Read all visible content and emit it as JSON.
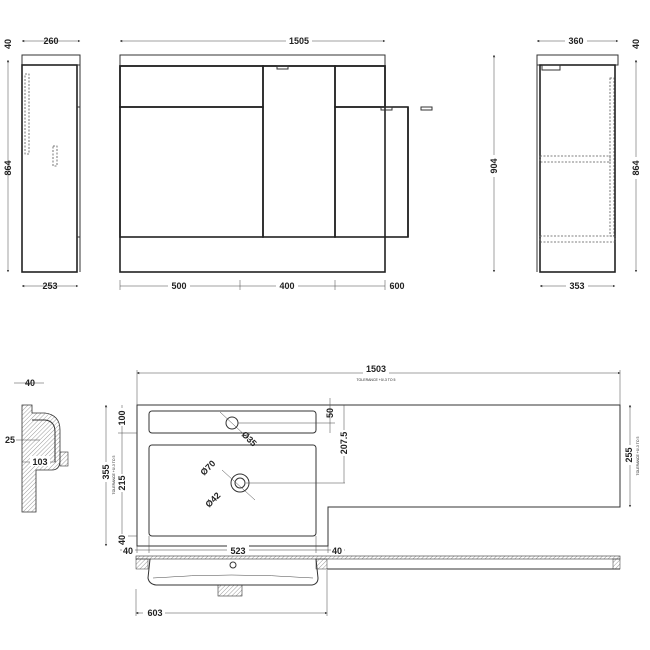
{
  "side_left": {
    "top": "260",
    "thickness": "40",
    "height": "864",
    "bottom": "253"
  },
  "front": {
    "width": "1505",
    "height": "904",
    "sections": [
      "500",
      "400",
      "600"
    ]
  },
  "side_right": {
    "top": "360",
    "thickness": "40",
    "height": "864",
    "bottom": "353"
  },
  "basin_section": {
    "rim": "40",
    "depth": "25",
    "bowl": "103"
  },
  "basin_plan": {
    "length": "1503",
    "length_tolerance": "TOLERANCE +0/-3 TO 5",
    "depth": "355",
    "depth_tolerance": "TOLERANCE +0/-3 TO 5",
    "back_margin": "100",
    "bowl_depth": "215",
    "front_margin": "40",
    "tap_offset": "50",
    "waste_offset": "207.5",
    "tap_hole": "Ø35",
    "waste_outer": "Ø70",
    "waste_inner": "Ø42",
    "shelf_depth": "255",
    "shelf_tolerance": "TOLERANCE +0/-3 TO 5",
    "left_margin": "40",
    "bowl_width": "523",
    "right_margin": "40"
  },
  "basin_elevation": {
    "width": "603"
  }
}
